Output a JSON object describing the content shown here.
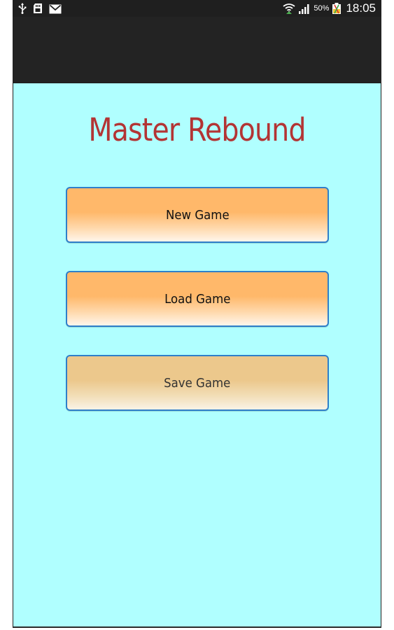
{
  "status_bar": {
    "battery_percent": "50%",
    "time": "18:05",
    "icons": {
      "left": [
        "usb-icon",
        "sd-card-icon",
        "gmail-icon"
      ],
      "right": [
        "wifi-icon",
        "signal-icon",
        "battery-icon"
      ]
    }
  },
  "app": {
    "title": "Master Rebound"
  },
  "menu": {
    "new_game_label": "New Game",
    "load_game_label": "Load Game",
    "save_game_label": "Save Game"
  },
  "colors": {
    "content_background": "#b0ffff",
    "title": "#b33434",
    "button_border": "#2e7fc9",
    "button_active": "#ffb86a",
    "button_disabled": "#ecc88c",
    "system_bar": "#1f1f1f"
  }
}
